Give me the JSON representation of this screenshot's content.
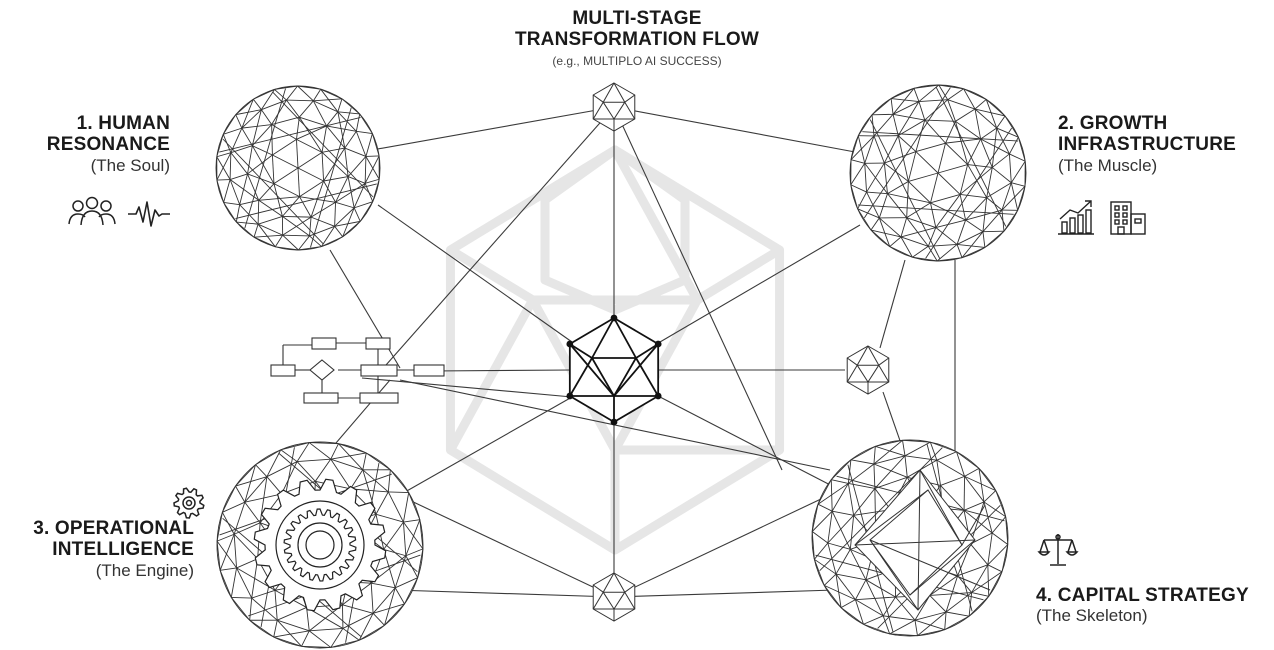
{
  "title": {
    "line1": "MULTI-STAGE",
    "line2": "TRANSFORMATION FLOW",
    "subtitle": "(e.g., MULTIPLO AI SUCCESS)"
  },
  "pillars": [
    {
      "title_line1": "1. HUMAN",
      "title_line2": "RESONANCE",
      "subtitle": "(The Soul)",
      "icons": [
        "people-icon",
        "heartbeat-icon"
      ]
    },
    {
      "title_line1": "2. GROWTH",
      "title_line2": "INFRASTRUCTURE",
      "subtitle": "(The Muscle)",
      "icons": [
        "growth-chart-icon",
        "building-icon"
      ]
    },
    {
      "title_line1": "3. OPERATIONAL",
      "title_line2": "INTELLIGENCE",
      "subtitle": "(The Engine)",
      "icons": [
        "gear-icon"
      ]
    },
    {
      "title_line1": "4. CAPITAL STRATEGY",
      "title_line2": "",
      "subtitle": "(The Skeleton)",
      "icons": [
        "scales-icon"
      ]
    }
  ],
  "colors": {
    "line": "#333333",
    "faint": "#e6e6e6",
    "background": "#ffffff"
  }
}
